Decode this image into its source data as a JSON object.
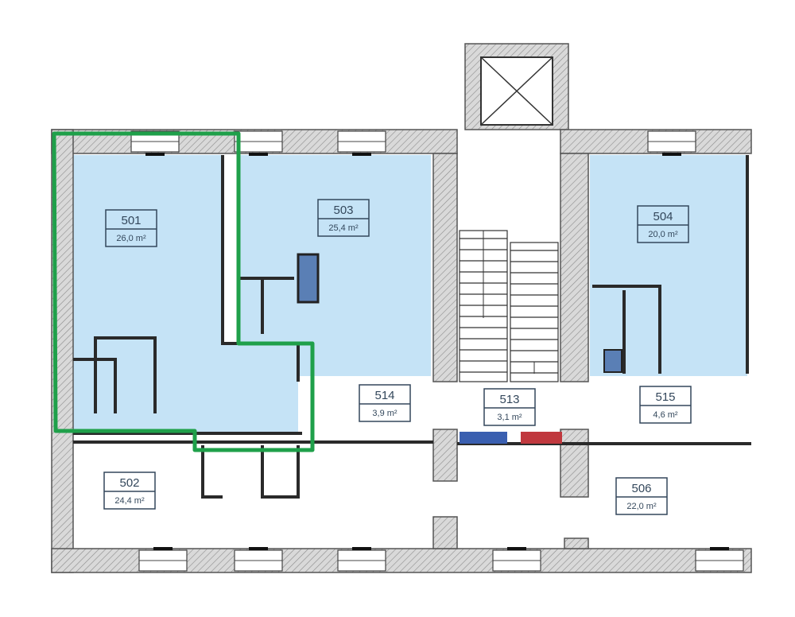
{
  "plan": {
    "colors": {
      "room_blue": "#c5e3f6",
      "wall": "#bdbdbd",
      "highlight": "#1fa04a",
      "outline": "#2a2a2a"
    },
    "rooms": [
      {
        "id": "room-501",
        "number": "501",
        "area": "26,0 m²"
      },
      {
        "id": "room-503",
        "number": "503",
        "area": "25,4 m²"
      },
      {
        "id": "room-504",
        "number": "504",
        "area": "20,0 m²"
      },
      {
        "id": "room-514",
        "number": "514",
        "area": "3,9 m²"
      },
      {
        "id": "room-513",
        "number": "513",
        "area": "3,1 m²"
      },
      {
        "id": "room-515",
        "number": "515",
        "area": "4,6 m²"
      },
      {
        "id": "room-502",
        "number": "502",
        "area": "24,4 m²"
      },
      {
        "id": "room-506",
        "number": "506",
        "area": "22,0 m²"
      }
    ]
  }
}
